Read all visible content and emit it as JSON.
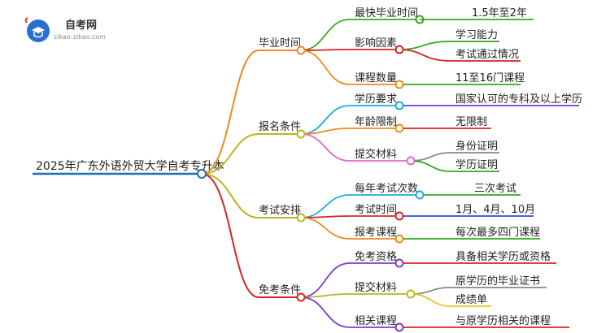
{
  "logo": {
    "title": "自考网",
    "subtitle": "zikao-zikao.com"
  },
  "root": {
    "label": "2025年广东外语外贸大学自考专升本",
    "color": "#1f6fb5"
  },
  "branches": [
    {
      "id": "b1",
      "label": "毕业时间",
      "color": "#f08a1c",
      "children": [
        {
          "label": "最快毕业时间",
          "color": "#36a81c",
          "leaves": [
            {
              "label": "1.5年至2年",
              "color": "#36a81c"
            }
          ]
        },
        {
          "label": "影响因素",
          "color": "#d8241f",
          "leaves": [
            {
              "label": "学习能力",
              "color": "#36a81c"
            },
            {
              "label": "考试通过情况",
              "color": "#d8241f"
            }
          ]
        },
        {
          "label": "课程数量",
          "color": "#f08a1c",
          "leaves": [
            {
              "label": "11至16门课程",
              "color": "#36a81c"
            }
          ]
        }
      ]
    },
    {
      "id": "b2",
      "label": "报名条件",
      "color": "#b8b81a",
      "children": [
        {
          "label": "学历要求",
          "color": "#1aaee0",
          "leaves": [
            {
              "label": "国家认可的专科及以上学历",
              "color": "#7a3fc4"
            }
          ]
        },
        {
          "label": "年龄限制",
          "color": "#f08a1c",
          "leaves": [
            {
              "label": "无限制",
              "color": "#d8241f"
            }
          ]
        },
        {
          "label": "提交材料",
          "color": "#e066c8",
          "leaves": [
            {
              "label": "身份证明",
              "color": "#888888"
            },
            {
              "label": "学历证明",
              "color": "#36a81c"
            }
          ]
        }
      ]
    },
    {
      "id": "b3",
      "label": "考试安排",
      "color": "#b8b81a",
      "children": [
        {
          "label": "每年考试次数",
          "color": "#1aaee0",
          "leaves": [
            {
              "label": "三次考试",
              "color": "#36a81c"
            }
          ]
        },
        {
          "label": "考试时间",
          "color": "#d8241f",
          "leaves": [
            {
              "label": "1月、4月、10月",
              "color": "#2a4fd0"
            }
          ]
        },
        {
          "label": "报考课程",
          "color": "#f08a1c",
          "leaves": [
            {
              "label": "每次最多四门课程",
              "color": "#36a81c"
            }
          ]
        }
      ]
    },
    {
      "id": "b4",
      "label": "免考条件",
      "color": "#d8241f",
      "children": [
        {
          "label": "免考资格",
          "color": "#7a3fc4",
          "leaves": [
            {
              "label": "具备相关学历或资格",
              "color": "#d8241f"
            }
          ]
        },
        {
          "label": "提交材料",
          "color": "#b8b81a",
          "leaves": [
            {
              "label": "原学历的毕业证书",
              "color": "#888888"
            },
            {
              "label": "成绩单",
              "color": "#f0c020"
            }
          ]
        },
        {
          "label": "相关课程",
          "color": "#7a3fc4",
          "leaves": [
            {
              "label": "与原学历相关的课程",
              "color": "#d8241f"
            }
          ]
        }
      ]
    }
  ]
}
